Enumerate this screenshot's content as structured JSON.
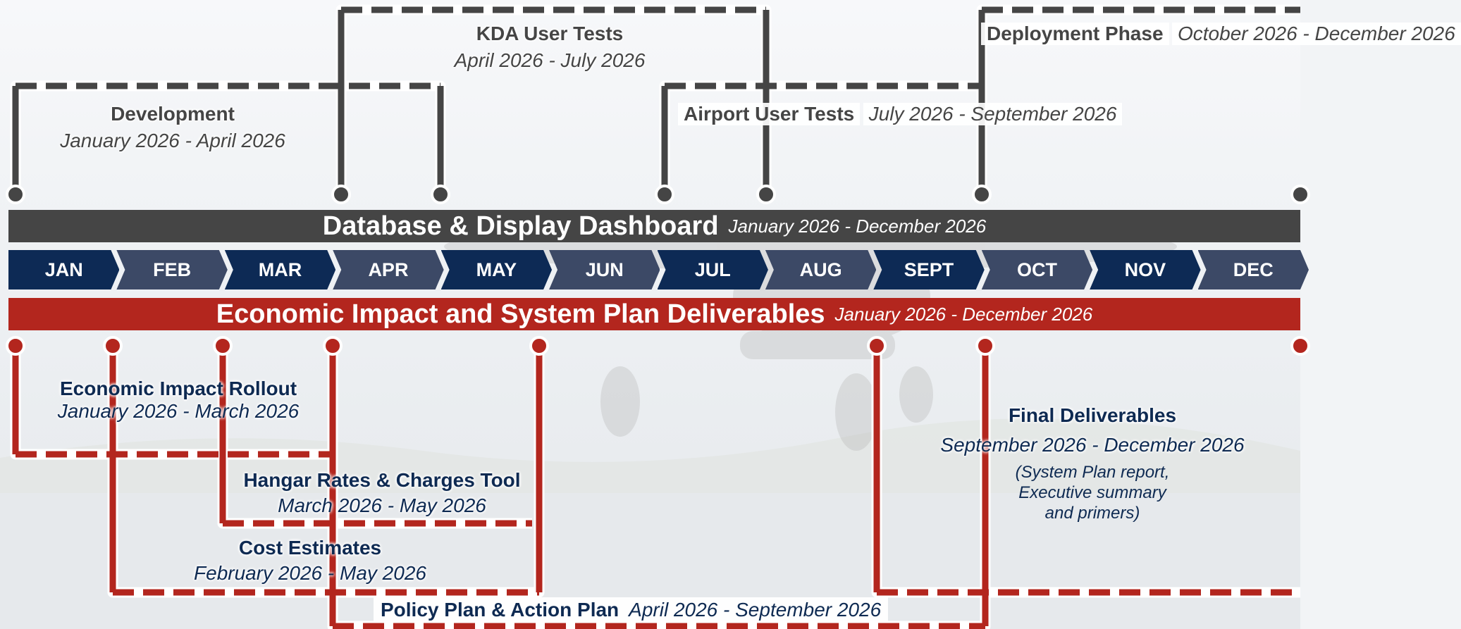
{
  "colors": {
    "dashboard_gray": "#454545",
    "econ_red": "#b3261e",
    "month_dark": "#0d2a55",
    "month_light": "#3c4966",
    "text_navy": "#0e2a52"
  },
  "dashboard": {
    "title": "Database & Display Dashboard",
    "dates": "January 2026 - December 2026",
    "phases": {
      "development": {
        "title": "Development",
        "dates": "January 2026 - April 2026"
      },
      "kda_tests": {
        "title": "KDA User Tests",
        "dates": "April 2026 - July 2026"
      },
      "airport_tests": {
        "title": "Airport User Tests",
        "dates": "July 2026 - September 2026"
      },
      "deployment": {
        "title": "Deployment Phase",
        "dates": "October 2026 - December 2026"
      }
    }
  },
  "months": [
    "JAN",
    "FEB",
    "MAR",
    "APR",
    "MAY",
    "JUN",
    "JUL",
    "AUG",
    "SEPT",
    "OCT",
    "NOV",
    "DEC"
  ],
  "economic": {
    "title": "Economic Impact and System Plan Deliverables",
    "dates": "January 2026 - December 2026",
    "deliverables": {
      "rollout": {
        "title": "Economic Impact Rollout",
        "dates": "January 2026 - March 2026"
      },
      "hangar": {
        "title": "Hangar Rates & Charges Tool",
        "dates": "March 2026 - May 2026"
      },
      "cost": {
        "title": "Cost Estimates",
        "dates": "February 2026 - May 2026"
      },
      "policy": {
        "title": "Policy Plan & Action Plan",
        "dates": "April 2026 - September 2026"
      },
      "final": {
        "title": "Final Deliverables",
        "dates": "September 2026 - December 2026",
        "note": [
          "(System Plan report,",
          "Executive summary",
          "and primers)"
        ]
      }
    }
  }
}
